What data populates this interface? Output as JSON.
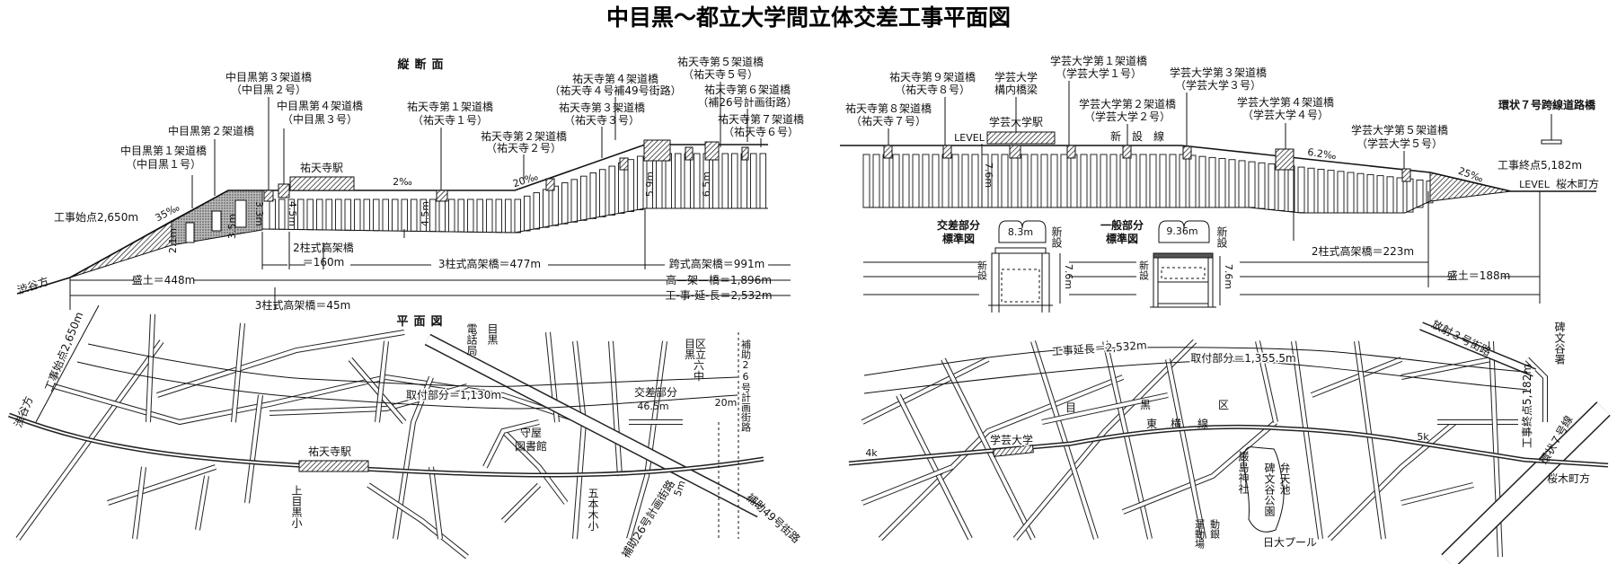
{
  "title": "中目黒～都立大学間立体交差工事平面図",
  "profile": {
    "heading": "縦断面",
    "left_bridges": [
      {
        "name": "中目黒第１架道橋",
        "sub": "（中目黒１号）"
      },
      {
        "name": "中目黒第２架道橋"
      },
      {
        "name": "中目黒第３架道橋",
        "sub": "（中目黒２号）"
      },
      {
        "name": "中目黒第４架道橋",
        "sub": "（中目黒３号）"
      },
      {
        "name": "祐天寺第１架道橋",
        "sub": "（祐天寺１号）"
      },
      {
        "name": "祐天寺第２架道橋",
        "sub": "（祐天寺２号）"
      },
      {
        "name": "祐天寺第３架道橋",
        "sub": "（祐天寺３号）"
      },
      {
        "name": "祐天寺第４架道橋",
        "sub": "（祐天寺４号補49号街路）"
      },
      {
        "name": "祐天寺第５架道橋",
        "sub": "（祐天寺５号）"
      },
      {
        "name": "祐天寺第６架道橋",
        "sub": "（補26号計画街路）"
      },
      {
        "name": "祐天寺第７架道橋",
        "sub": "（祐天寺６号）"
      }
    ],
    "right_bridges": [
      {
        "name": "祐天寺第８架道橋",
        "sub": "（祐天寺７号）"
      },
      {
        "name": "祐天寺第９架道橋",
        "sub": "（祐天寺８号）"
      },
      {
        "name": "学芸大学",
        "sub": "構内橋梁"
      },
      {
        "name": "学芸大学第１架道橋",
        "sub": "（学芸大学１号）"
      },
      {
        "name": "学芸大学第２架道橋",
        "sub": "（学芸大学２号）"
      },
      {
        "name": "学芸大学第３架道橋",
        "sub": "（学芸大学３号）"
      },
      {
        "name": "学芸大学第４架道橋",
        "sub": "（学芸大学４号）"
      },
      {
        "name": "学芸大学第５架道橋",
        "sub": "（学芸大学５号）"
      },
      {
        "name": "環状７号跨線道路橋"
      }
    ],
    "stations": {
      "yutenji": "祐天寺駅",
      "gakugei": "学芸大学駅"
    },
    "gradients": {
      "g35": "35‰",
      "g2": "2‰",
      "g20": "20‰",
      "g62": "6.2‰",
      "g25": "25‰"
    },
    "points": {
      "start": "工事始点2,650m",
      "end": "工事終点5,182m",
      "shibuya": "渋谷方",
      "sakuragicho": "桜木町方",
      "level": "LEVEL",
      "new_line": "新　設　線"
    },
    "heights": {
      "h21": "2.1m",
      "h35": "3.5m",
      "h33": "3.3m",
      "h45a": "4.5m",
      "h45b": "4.5m",
      "h59": "5.9m",
      "h65": "6.5m",
      "h76": "7.6m"
    },
    "dimensions": {
      "two_col_a": "2柱式高架橋",
      "two_col_a_len": "＝160m",
      "three_col_477": "3柱式高架橋＝477m",
      "span_991": "跨式高架橋＝991m",
      "embank_448": "盛土＝448m",
      "viaduct_1896": "高—架—橋＝1,896m",
      "total_2532": "工-事-延-長＝2,532m",
      "three_col_45": "3柱式高架橋＝45m",
      "two_col_223": "2柱式高架橋＝223m",
      "embank_188": "盛土＝188m"
    },
    "sections": {
      "cross": {
        "title1": "交差部分",
        "title2": "標準図",
        "width": "8.3m",
        "height": "7.6m",
        "new1": "新設",
        "new2": "新設"
      },
      "general": {
        "title1": "一般部分",
        "title2": "標準図",
        "width": "9.36m",
        "height": "7.6m",
        "new1": "新設",
        "new2": "新設"
      }
    }
  },
  "plan": {
    "heading": "平面図",
    "left": {
      "start": "工事始点2,650m",
      "shibuya": "渋谷方",
      "approach": "取付部分＝1,130m",
      "station": "祐天寺駅",
      "phone": "電話局",
      "meguro": "目黒",
      "library1": "守屋",
      "library2": "図書館",
      "school_gohongi": "五本木小",
      "school_kamimeguro": "上目黒小",
      "school_6": [
        "目区",
        "黒立",
        "六",
        "中"
      ],
      "crossing": "交差部分",
      "crossing_len": "46.5m",
      "road26_v": "補助26号計画街路",
      "road_20m": "20m",
      "road_5m": "5m",
      "road26": "補助26号計画街路",
      "road49": "補助49号街路"
    },
    "right": {
      "total": "工事延長＝2,532m",
      "approach": "取付部分＝1,355.5m",
      "radial3": "放射３号街路",
      "police": "碑文谷署",
      "end": "工事終点5,182m",
      "ward": [
        "目",
        "黒",
        "区"
      ],
      "line": [
        "東",
        "横",
        "線"
      ],
      "station": "学芸大学",
      "km4": "4k",
      "km5": "5k",
      "shrine": "巌島神社",
      "pond": "弁天池",
      "park": "碑文谷公園",
      "ground1": "運動場",
      "ground2": "動銀",
      "pool": "日大プール",
      "ring7": "環状７号線",
      "sakuragicho": "桜木町方"
    }
  }
}
